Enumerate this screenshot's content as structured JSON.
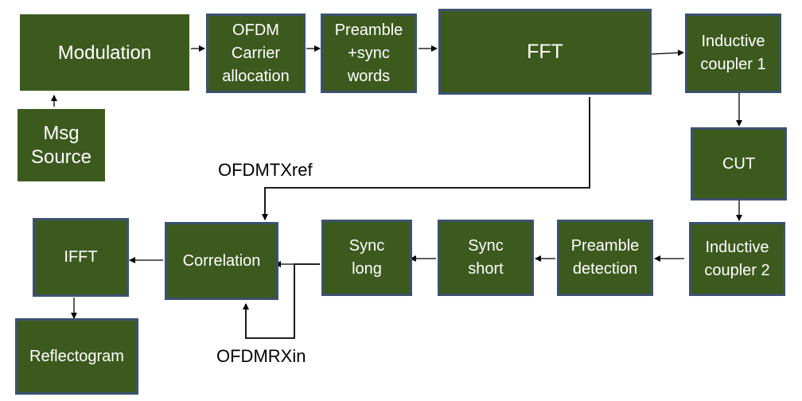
{
  "blocks": {
    "modulation": "Modulation",
    "msg_source": "Msg\nSource",
    "ofdm_carrier": "OFDM\nCarrier\nallocation",
    "preamble_sync": "Preamble\n+sync\nwords",
    "fft": "FFT",
    "coupler1": "Inductive\ncoupler 1",
    "cut": "CUT",
    "coupler2": "Inductive\ncoupler 2",
    "preamble_detection": "Preamble\ndetection",
    "sync_short": "Sync\nshort",
    "sync_long": "Sync\nlong",
    "correlation": "Correlation",
    "ifft": "IFFT",
    "reflectogram": "Reflectogram"
  },
  "labels": {
    "tx_ref": "OFDMTXref",
    "rx_in": "OFDMRXin"
  },
  "colors": {
    "block_fill": "#3d5a1e",
    "block_border": "#3b5270",
    "text": "#ffffff",
    "wire": "#000000"
  }
}
